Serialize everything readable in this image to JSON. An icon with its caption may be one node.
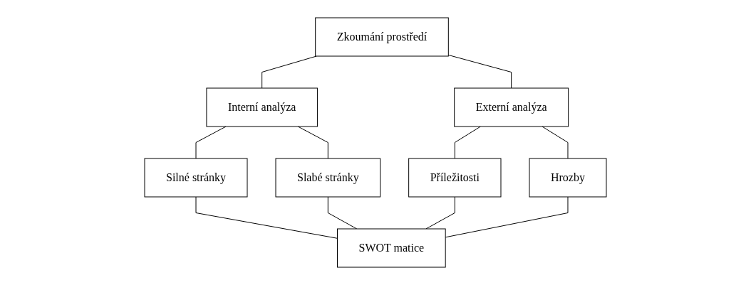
{
  "diagram": {
    "nodes": [
      {
        "text": [
          "Zkoumání prostředí"
        ]
      },
      {
        "text": [
          "Interní analýza"
        ]
      },
      {
        "text": [
          "Externí analýza"
        ]
      },
      {
        "text": [
          "Silné stránky"
        ]
      },
      {
        "text": [
          "Slabé stránky"
        ]
      },
      {
        "text": [
          "Příležitosti"
        ]
      },
      {
        "text": [
          "Hrozby"
        ]
      },
      {
        "text": [
          "SWOT matice"
        ]
      }
    ],
    "edges": [
      {
        "from": 0,
        "to": 1,
        "arrow": "none"
      },
      {
        "from": 0,
        "to": 2,
        "arrow": "none"
      },
      {
        "from": 1,
        "to": 3,
        "arrow": "none"
      },
      {
        "from": 1,
        "to": 4,
        "arrow": "none"
      },
      {
        "from": 2,
        "to": 5,
        "arrow": "none"
      },
      {
        "from": 2,
        "to": 6,
        "arrow": "none"
      },
      {
        "from": 3,
        "to": 7,
        "arrow": "none"
      },
      {
        "from": 4,
        "to": 7,
        "arrow": "none"
      },
      {
        "from": 5,
        "to": 7,
        "arrow": "none"
      },
      {
        "from": 6,
        "to": 7,
        "arrow": "none"
      }
    ]
  }
}
